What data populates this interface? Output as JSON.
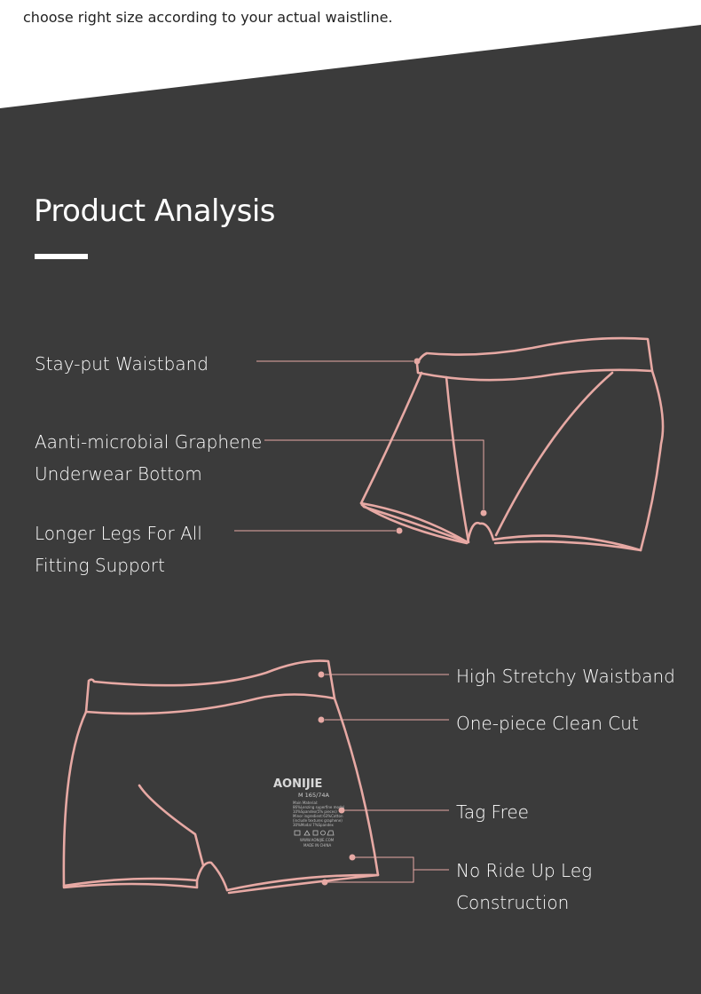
{
  "top_note": "choose right size according to your actual waistline.",
  "section": {
    "title": "Product Analysis"
  },
  "diagram_top": {
    "labels": [
      {
        "lines": [
          "Stay-put Waistband"
        ]
      },
      {
        "lines": [
          "Aanti-microbial Graphene",
          "Underwear Bottom"
        ]
      },
      {
        "lines": [
          "Longer Legs For All",
          "Fitting Support"
        ]
      }
    ]
  },
  "diagram_bottom": {
    "labels": [
      {
        "lines": [
          "High Stretchy Waistband"
        ]
      },
      {
        "lines": [
          "One-piece Clean Cut"
        ]
      },
      {
        "lines": [
          "Tag Free"
        ]
      },
      {
        "lines": [
          "No Ride Up Leg Construction"
        ]
      }
    ],
    "tag": {
      "brand": "AONIJIE",
      "size": "M 165/74A",
      "fine_print": [
        "Main Material:",
        "86%Lenzing superfine modal",
        "10%Spandex(5% pieces)",
        "Minor ingredient:63%Cotton",
        "(include textures graphene)",
        "30%Modal 7%Spandex",
        "WWW.AONIJIE.COM",
        "MADE IN CHINA"
      ]
    }
  },
  "colors": {
    "background": "#3b3b3b",
    "accent": "#e7a9a4",
    "top_band": "#ffffff"
  }
}
